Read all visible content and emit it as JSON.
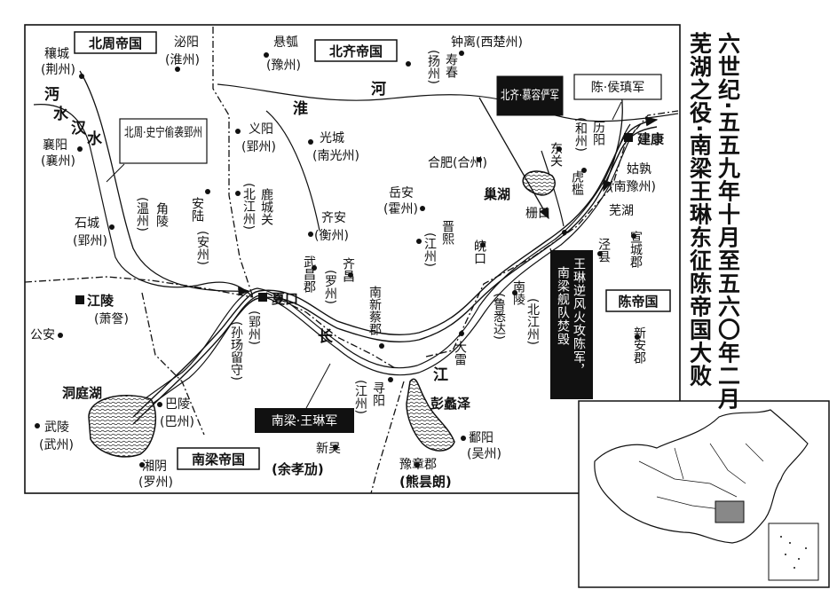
{
  "title": {
    "col1": "六世纪·五五九年十月至五六〇年二月",
    "col2": "芜湖之役·南梁王琳东征陈帝国大败"
  },
  "kingdoms": {
    "north_zhou": "北周帝国",
    "north_qi": "北齐帝国",
    "chen": "陈帝国",
    "south_liang": "南梁帝国"
  },
  "army_labels": {
    "north_zhou_shining": "北周·史宁偷袭郢州",
    "north_qi_murong": "北齐·慕容俨军",
    "chen_hou": "陈·侯瑱军",
    "south_liang_wanglin": "南梁·王琳军",
    "wanglin_note_1": "王琳逆风火攻陈军，",
    "wanglin_note_2": "南梁舰队焚毁"
  },
  "rivers": {
    "huai_he_1": "淮",
    "huai_he_2": "河",
    "han_1": "沔",
    "han_2": "水",
    "han_3": "汉",
    "han_4": "水",
    "chang_1": "长",
    "chang_2": "江"
  },
  "lakes": {
    "chao": "巢湖",
    "dongting": "洞庭湖",
    "pengli": "彭蠡泽"
  },
  "places": {
    "xiangcheng": "穰城",
    "jingzhou": "(荆州)",
    "biyang": "泌阳",
    "huaizhou": "(淮州)",
    "xuanhu": "悬瓠",
    "yuzhou": "(豫州)",
    "zhongli": "钟离(西楚州)",
    "shouchun": "寿春",
    "yangzhou": "(扬州)",
    "xiangyang": "襄阳",
    "xiangzhou": "(襄州)",
    "yiyang": "义阳",
    "yingzhou_yy": "(郢州)",
    "guangcheng": "光城",
    "nanguangzhou": "(南光州)",
    "hefei": "合肥(合州)",
    "liyang": "历阳",
    "hezhou": "(和州)",
    "jiankang": "建康",
    "dongguan": "东关",
    "huxian": "虎槛",
    "gushu": "姑孰",
    "nanyuzhou": "(南豫州)",
    "wuhu": "芜湖",
    "shicheng": "石城",
    "yingzhou_sc": "(郢州)",
    "wenzhou": "(温州)",
    "jiaoling": "角陵",
    "anlu": "安陆",
    "anzhou": "(安州)",
    "luchengguan": "鹿城关",
    "beijiangzhou": "(北江州)",
    "qian": "齐安",
    "hengzhou": "(衡州)",
    "yuean": "岳安",
    "huozhou": "(霍州)",
    "jinxi": "晋熙",
    "jiangzhou_jx": "(江州)",
    "wankou": "皖口",
    "zhakou": "栅口",
    "jingxian": "泾县",
    "xuanchengjun": "宣城郡",
    "xinanjun": "新安郡",
    "jiangling": "江陵",
    "xiaocha": "(萧詧)",
    "gongan": "公安",
    "wuchangjun": "武昌郡",
    "qichang": "齐昌",
    "luozhou_qc": "(罗州)",
    "nanxincaijun": "南新蔡郡",
    "xiakou": "夏口",
    "yingzhou_xk": "(郢州)",
    "sunyang": "(孙玚留守)",
    "nanling": "南陵",
    "beijiangzhou_nl": "(北江州)",
    "lu_xida": "(鲁悉达)",
    "dalei": "大雷",
    "xunyang": "寻阳",
    "jiangzhou_xy": "(江州)",
    "baling": "巴陵",
    "bazhou": "(巴州)",
    "wuling": "武陵",
    "wuzhou": "(武州)",
    "xiangyin": "湘阴",
    "luozhou_xy": "(罗州)",
    "xinwu": "新吴",
    "yu_xiaoqing": "(余孝劢)",
    "yuzhangjun": "豫章郡",
    "xiong_tanlang": "(熊昙朗)",
    "poyang": "鄱阳",
    "wuzhou_py": "(吴州)"
  }
}
